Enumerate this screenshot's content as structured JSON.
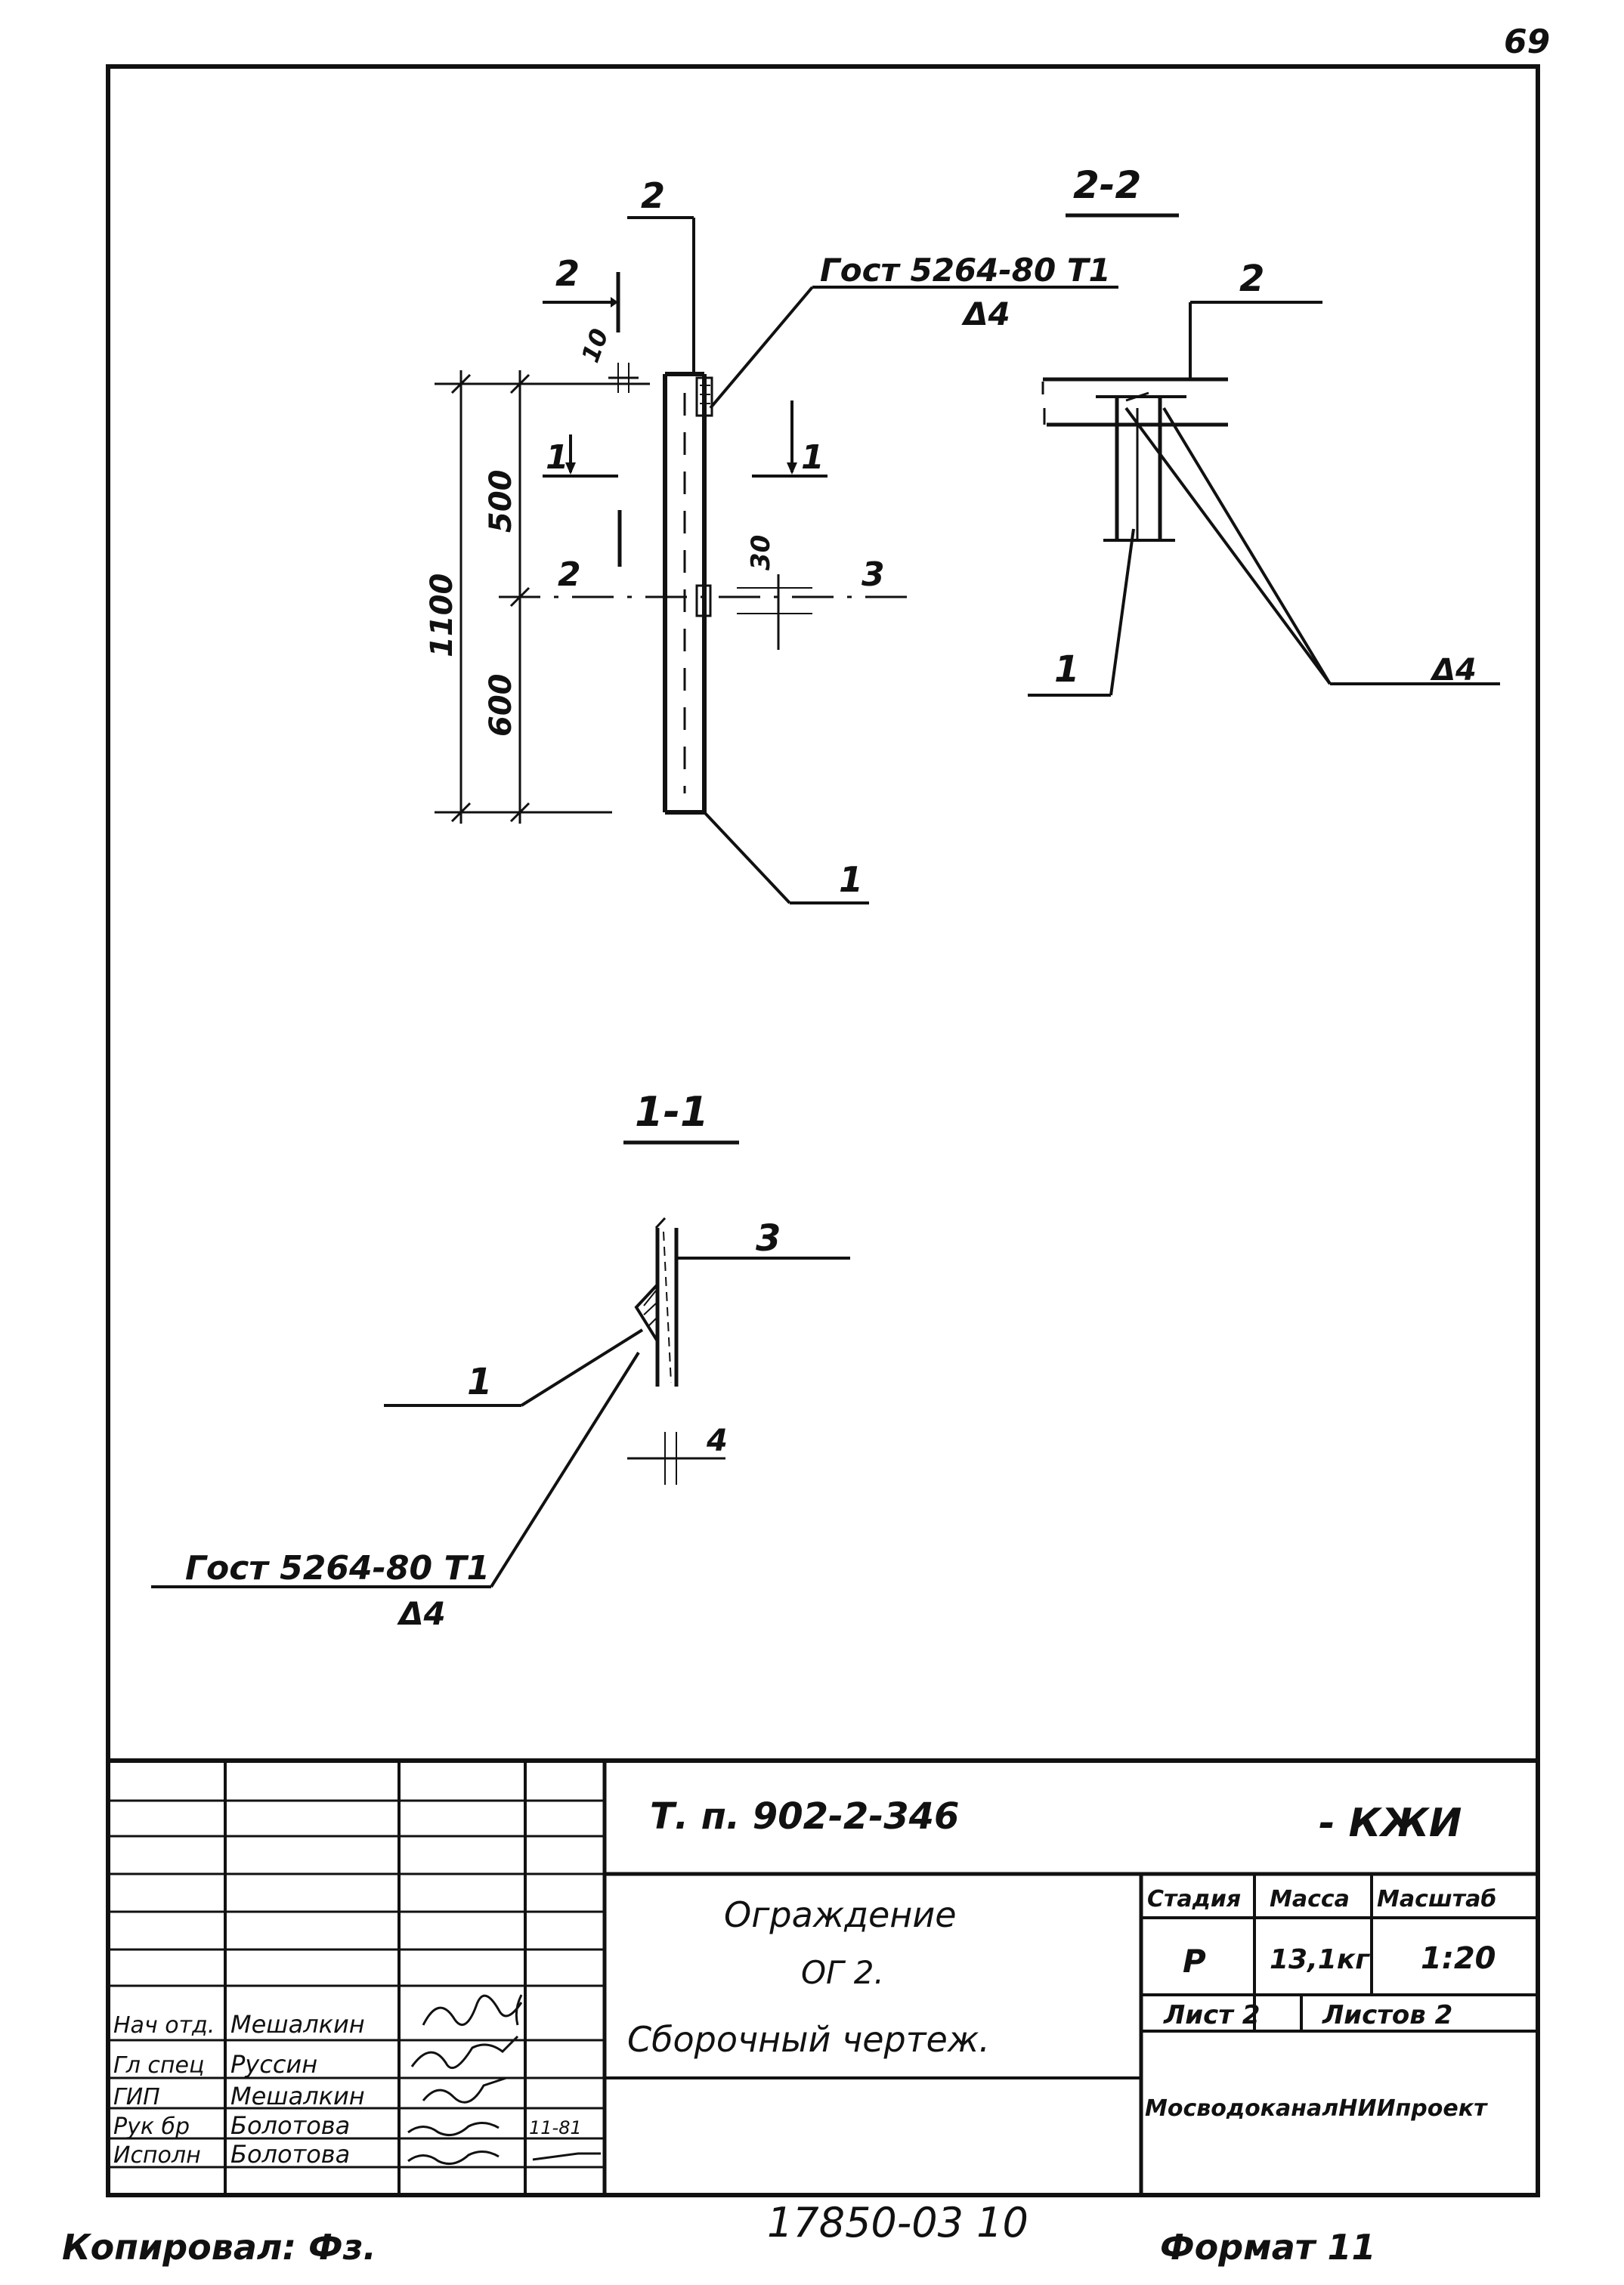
{
  "page_number": "69",
  "front_view": {
    "callout_top": "2",
    "section_mark_2": "2",
    "section_mark_1": "1",
    "weld_note_top": "Гост 5264-80 Т1",
    "weld_leg_top": "Δ4",
    "dim_total": "1100",
    "dim_upper": "500",
    "dim_lower": "600",
    "dim_10": "10",
    "dim_30": "30",
    "callout_3": "3",
    "callout_1": "1"
  },
  "section_2_2": {
    "title": "2-2",
    "callout_2": "2",
    "callout_1": "1",
    "weld_leg": "Δ4"
  },
  "section_1_1": {
    "title": "1-1",
    "callout_3": "3",
    "callout_1": "1",
    "dim_4": "4",
    "weld_note": "Гост 5264-80 Т1",
    "weld_leg": "Δ4"
  },
  "title_block": {
    "designation": "Т. п. 902-2-346",
    "code": "- КЖИ",
    "name_line1": "Ограждение",
    "name_line2": "ОГ 2.",
    "name_line3": "Сборочный чертеж.",
    "stage_label": "Стадия",
    "mass_label": "Масса",
    "scale_label": "Масштаб",
    "stage_value": "Р",
    "mass_value": "13,1кг",
    "scale_value": "1:20",
    "sheet_label": "Лист 2",
    "sheets_label": "Листов 2",
    "organization": "МосводоканалНИИпроект",
    "date_mark": "11-81",
    "staff": [
      {
        "role": "Нач отд.",
        "name": "Мешалкин"
      },
      {
        "role": "Гл спец",
        "name": "Руссин"
      },
      {
        "role": "ГИП",
        "name": "Мешалкин"
      },
      {
        "role": "Рук бр",
        "name": "Болотова"
      },
      {
        "role": "Исполн",
        "name": "Болотова"
      }
    ]
  },
  "footer": {
    "copied_by": "Копировал: Фз.",
    "archive_number": "17850-03 10",
    "format": "Формат 11"
  }
}
